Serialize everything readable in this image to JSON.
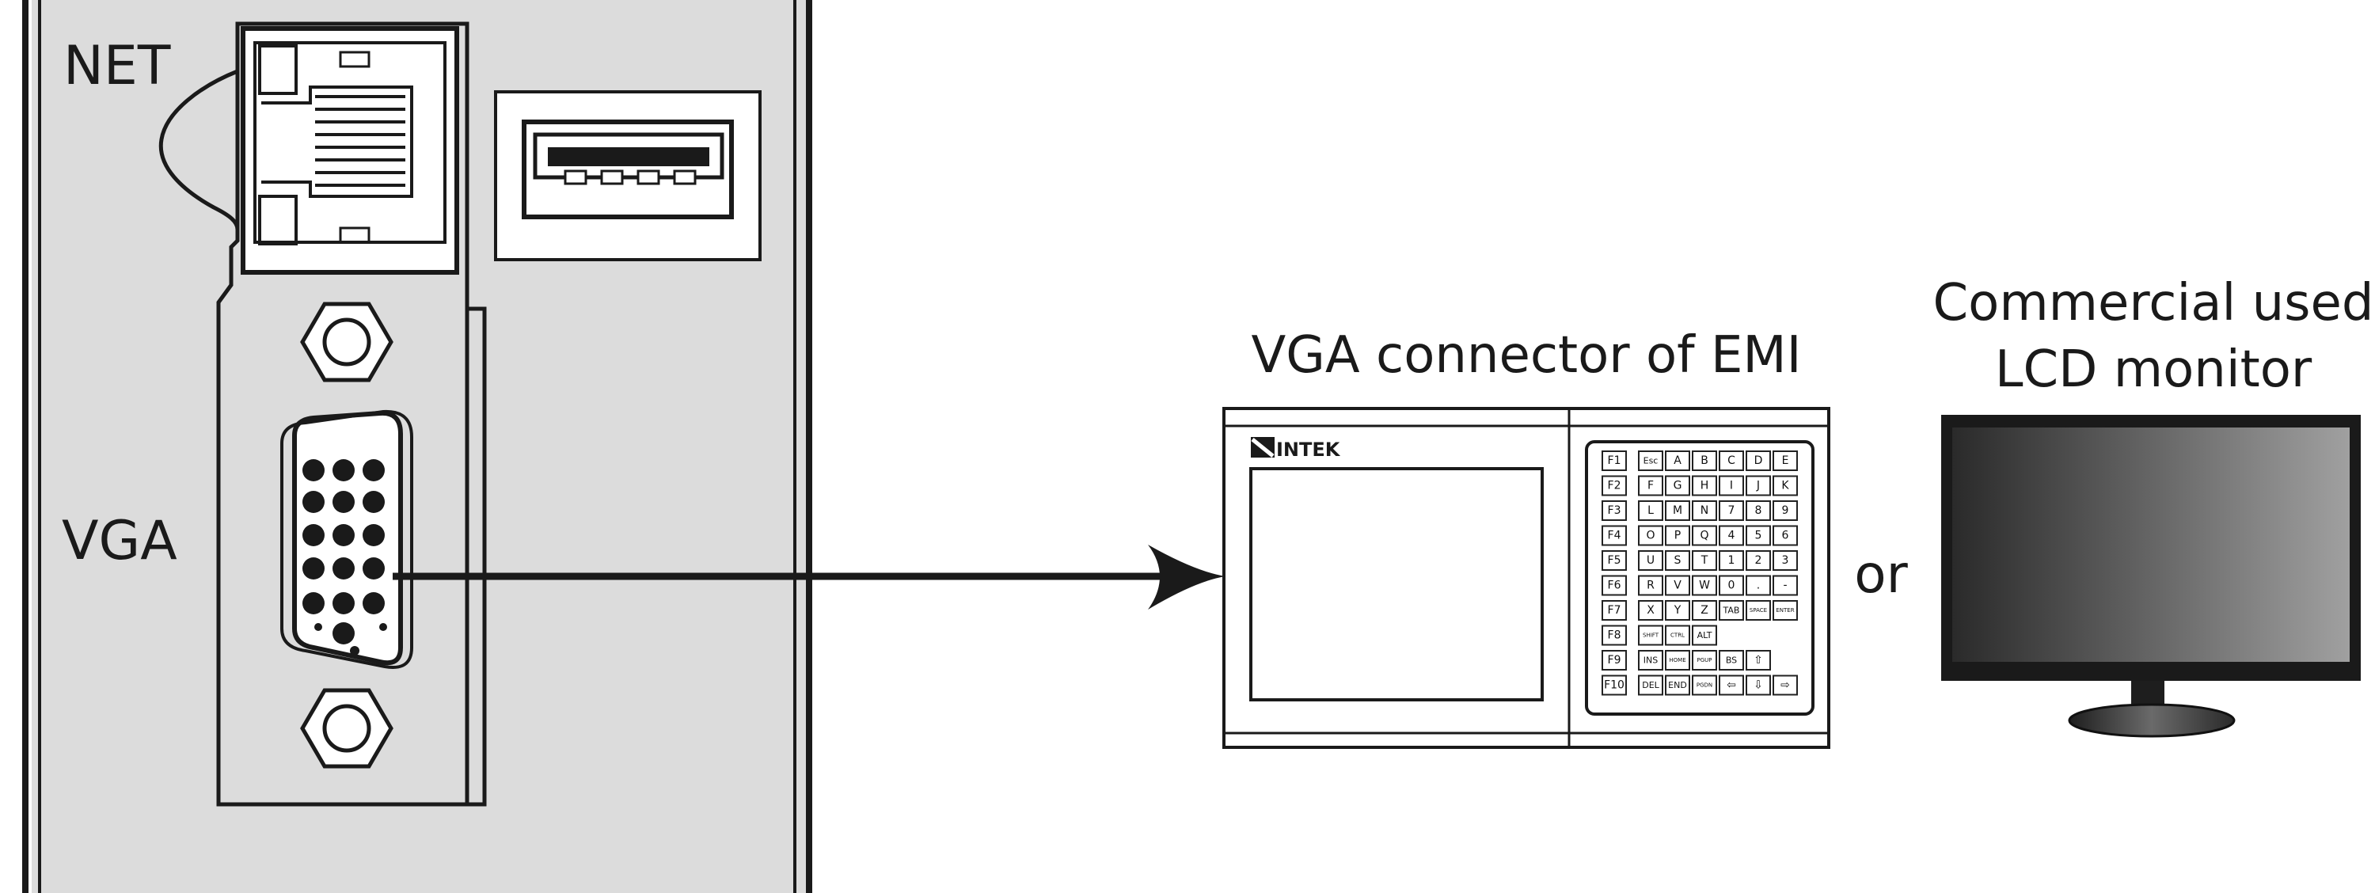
{
  "labels": {
    "net": "NET",
    "vga": "VGA",
    "emi_caption": "VGA connector of EMI",
    "or": "or",
    "lcd_caption_line1": "Commercial used",
    "lcd_caption_line2": "LCD monitor",
    "brand": "INTEK"
  },
  "keypad": {
    "f_keys": [
      "F1",
      "F2",
      "F3",
      "F4",
      "F5",
      "F6",
      "F7",
      "F8",
      "F9",
      "F10"
    ],
    "rows": [
      [
        "Esc",
        "A",
        "B",
        "C",
        "D",
        "E"
      ],
      [
        "F",
        "G",
        "H",
        "I",
        "J",
        "K"
      ],
      [
        "L",
        "M",
        "N",
        "7",
        "8",
        "9"
      ],
      [
        "O",
        "P",
        "Q",
        "4",
        "5",
        "6"
      ],
      [
        "U",
        "S",
        "T",
        "1",
        "2",
        "3"
      ],
      [
        "R",
        "V",
        "W",
        "0",
        ".",
        "-"
      ],
      [
        "X",
        "Y",
        "Z",
        "TAB",
        "SPACE",
        "ENTER"
      ],
      [
        "SHIFT",
        "CTRL",
        "ALT"
      ],
      [
        "INS",
        "HOME",
        "PGUP",
        "BS",
        "⇧"
      ],
      [
        "DEL",
        "END",
        "PGDN",
        "⇦",
        "⇩",
        "⇨"
      ]
    ]
  },
  "colors": {
    "panel": "#dcdcdc",
    "line": "#1a1a1a",
    "monitor_dark": "#2a2a2a",
    "monitor_light": "#a0a0a0"
  }
}
